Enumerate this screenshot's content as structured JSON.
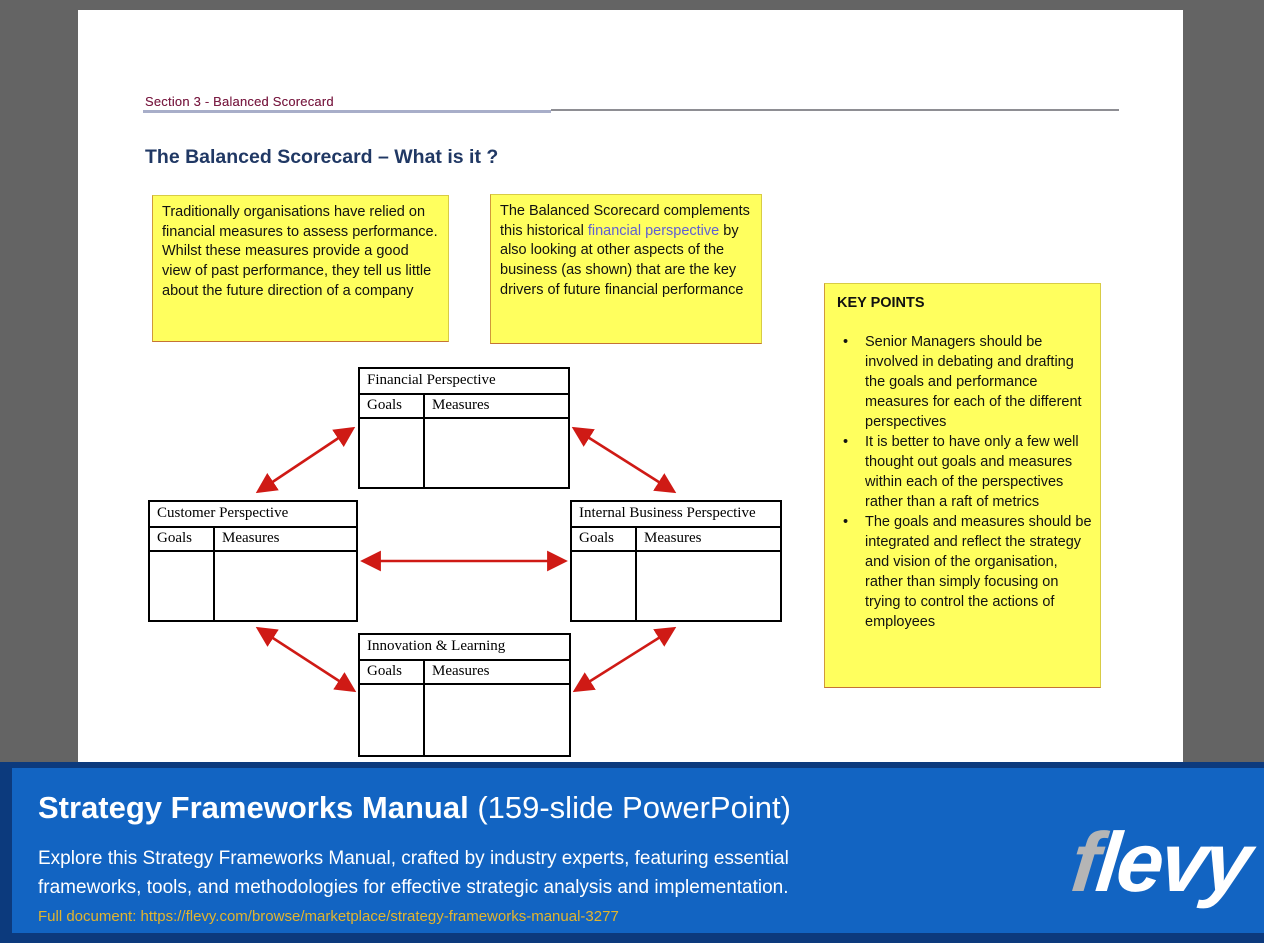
{
  "slide": {
    "section_header": "Section 3 - Balanced Scorecard",
    "title": "The Balanced Scorecard – What is it ?",
    "note_left": "Traditionally organisations have relied on financial measures to assess performance. Whilst these measures provide a good view of past performance, they tell us little about the future direction of a company",
    "note_right": {
      "pre": "The Balanced Scorecard complements this historical ",
      "highlight": "financial perspective",
      "post": " by also looking at other aspects of the business (as shown) that are the key drivers of future financial performance"
    },
    "key_points": {
      "title": "KEY POINTS",
      "bullets": [
        "Senior Managers should be involved in debating and drafting the goals and performance measures for each of the different perspectives",
        "It is better to have only a few well thought out goals and measures within each of the perspectives rather than a raft of metrics",
        "The goals and measures should be integrated and reflect the strategy and vision of the organisation, rather than simply focusing on trying to control the actions of employees"
      ]
    },
    "diagram": {
      "boxes": [
        {
          "title": "Financial Perspective",
          "goals": "Goals",
          "measures": "Measures"
        },
        {
          "title": "Customer Perspective",
          "goals": "Goals",
          "measures": "Measures"
        },
        {
          "title": "Internal Business Perspective",
          "goals": "Goals",
          "measures": "Measures"
        },
        {
          "title": "Innovation & Learning",
          "goals": "Goals",
          "measures": "Measures"
        }
      ]
    }
  },
  "banner": {
    "title": "Strategy Frameworks Manual",
    "title_suffix": " (159-slide PowerPoint)",
    "description": "Explore this Strategy Frameworks Manual, crafted by industry experts, featuring essential frameworks, tools, and methodologies for effective strategic analysis and implementation.",
    "link": "Full document: https://flevy.com/browse/marketplace/strategy-frameworks-manual-3277",
    "logo": {
      "first_letter": "f",
      "rest": "levy"
    }
  },
  "colors": {
    "frame_gray": "#646464",
    "highlight_yellow": "#ffff5e",
    "arrow_red": "#cf1a15",
    "title_navy": "#203864",
    "section_maroon": "#7c2046",
    "banner_blue": "#1264c2",
    "banner_navy": "#0c3a7d",
    "link_gold": "#e2b42e",
    "inline_link_blue": "#5f5fd3"
  }
}
